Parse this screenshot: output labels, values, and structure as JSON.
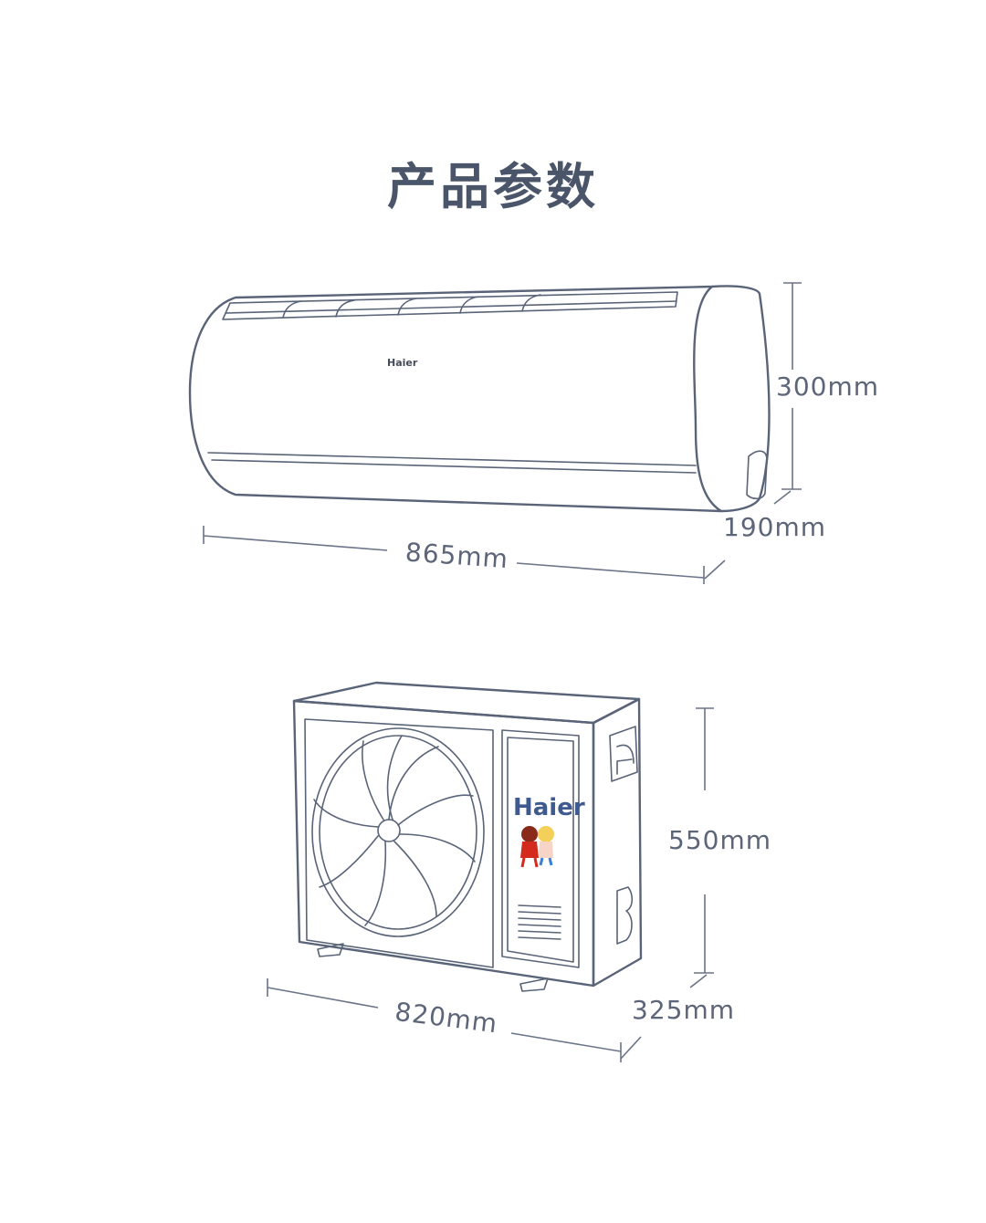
{
  "title": "产品参数",
  "indoor_unit": {
    "brand": "Haier",
    "height": "300mm",
    "depth": "190mm",
    "width": "865mm"
  },
  "outdoor_unit": {
    "brand": "Haier",
    "height": "550mm",
    "depth": "325mm",
    "width": "820mm"
  },
  "colors": {
    "line": "#5a6478",
    "title": "#4a5569",
    "brand_logo": "#3e5a8e"
  }
}
